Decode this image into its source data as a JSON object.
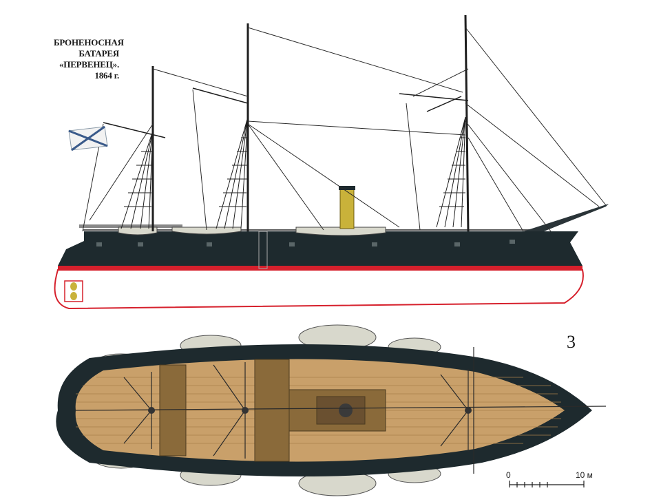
{
  "caption": {
    "line1": "БРОНЕНОСНАЯ",
    "line2": "БАТАРЕЯ",
    "line3": "«ПЕРВЕНЕЦ».",
    "line4": "1864 г."
  },
  "figure_number": "3",
  "scale": {
    "start_label": "0",
    "end_label": "10 м"
  },
  "colors": {
    "hull": "#1e2a2e",
    "waterline": "#d6202c",
    "funnel": "#c9b23a",
    "deck": "#c9a06a",
    "boats": "#d8d8cc"
  }
}
